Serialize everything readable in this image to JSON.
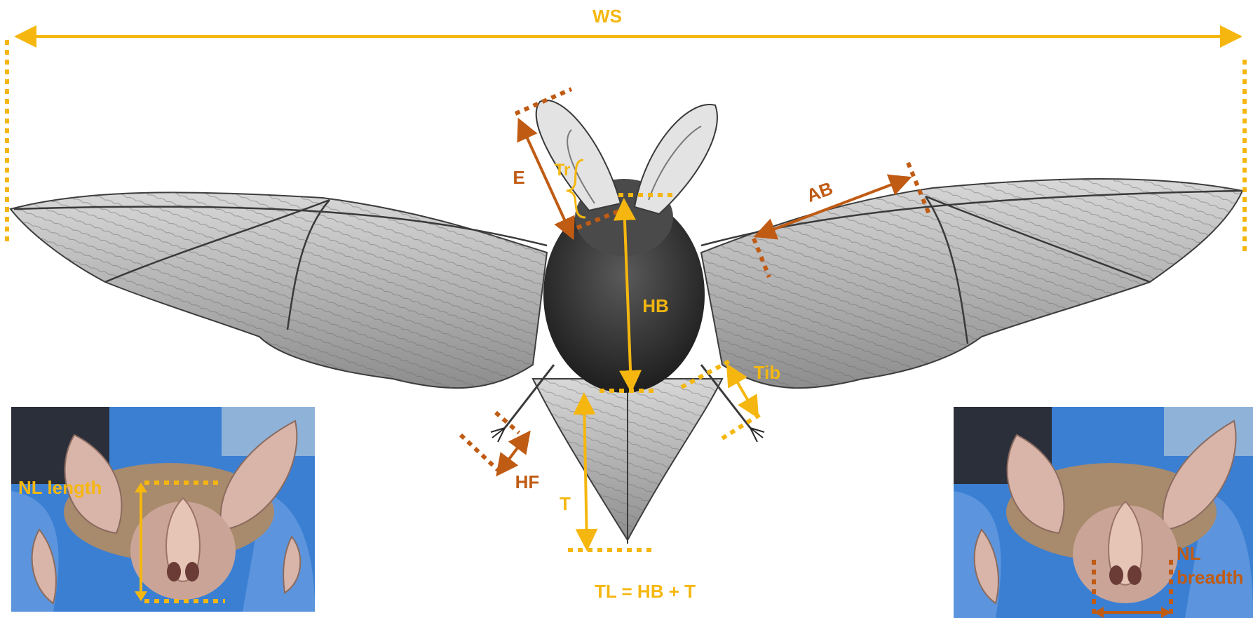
{
  "colors": {
    "measure_yellow": "#f5b70f",
    "measure_orange": "#c05b14",
    "wing_gray": "#8e8e8e",
    "wing_dark": "#4a4a4a",
    "body_dark": "#2f2f2f",
    "photo_bg": "#3b7fd3",
    "photo_fur": "#a88a6c",
    "photo_ear": "#d9b4a8"
  },
  "labels": {
    "wingspan": "WS",
    "ear": "E",
    "tragus": "Tr",
    "forearm": "AB",
    "head_body": "HB",
    "tibia": "Tib",
    "hind_foot": "HF",
    "tail": "T",
    "total_length_formula": "TL = HB + T",
    "noseleaf_length": "NL length",
    "noseleaf_breadth_line1": "NL",
    "noseleaf_breadth_line2": "breadth"
  },
  "icons": {
    "bat_illustration": "bat-silhouette-icon",
    "left_photo": "horseshoe-bat-face-photo",
    "right_photo": "horseshoe-bat-face-photo"
  }
}
